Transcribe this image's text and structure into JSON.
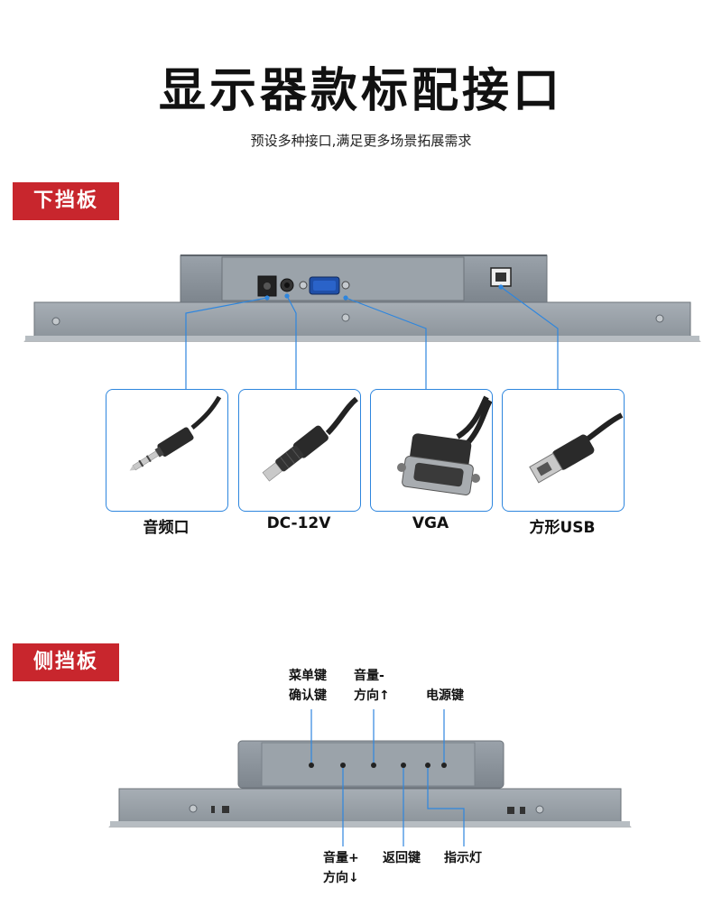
{
  "header": {
    "title": "显示器款标配接口",
    "subtitle": "预设多种接口,满足更多场景拓展需求"
  },
  "bottom_panel": {
    "tag": "下挡板",
    "ports": [
      {
        "label": "音频口",
        "icon": "audio-jack-icon"
      },
      {
        "label": "DC-12V",
        "icon": "dc-power-plug-icon"
      },
      {
        "label": "VGA",
        "icon": "vga-connector-icon"
      },
      {
        "label": "方形USB",
        "icon": "usb-b-connector-icon"
      }
    ]
  },
  "side_panel": {
    "tag": "侧挡板",
    "buttons": {
      "menu": [
        "菜单键",
        "确认键"
      ],
      "volume_down": [
        "音量-",
        "方向↑"
      ],
      "power": "电源键",
      "volume_up": [
        "音量+",
        "方向↓"
      ],
      "back": "返回键",
      "indicator": "指示灯"
    }
  },
  "colors": {
    "accent_red": "#c8262d",
    "line_blue": "#2e86de",
    "panel_gray": "#8b939b"
  }
}
